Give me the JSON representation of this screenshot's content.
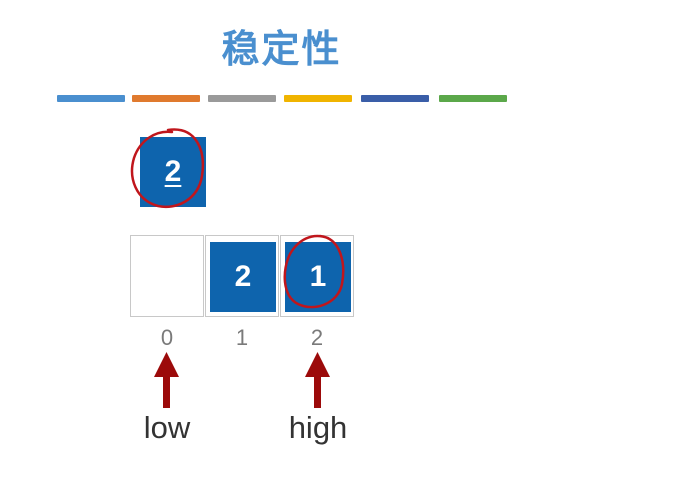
{
  "title": "稳定性",
  "color_bars": [
    "#4a8fcf",
    "#e07a2e",
    "#9a9a9a",
    "#f0b400",
    "#3a5ea8",
    "#5ba84a"
  ],
  "colors": {
    "tile": "#0e64ad",
    "annotation": "#c0161c",
    "arrow": "#9c0a0a"
  },
  "temp_element": {
    "value": "2",
    "underlined": true
  },
  "array": {
    "cells": [
      {
        "index": "0",
        "value": ""
      },
      {
        "index": "1",
        "value": "2"
      },
      {
        "index": "2",
        "value": "1"
      }
    ]
  },
  "pointers": {
    "low": {
      "label": "low",
      "index": "0"
    },
    "high": {
      "label": "high",
      "index": "2"
    }
  }
}
